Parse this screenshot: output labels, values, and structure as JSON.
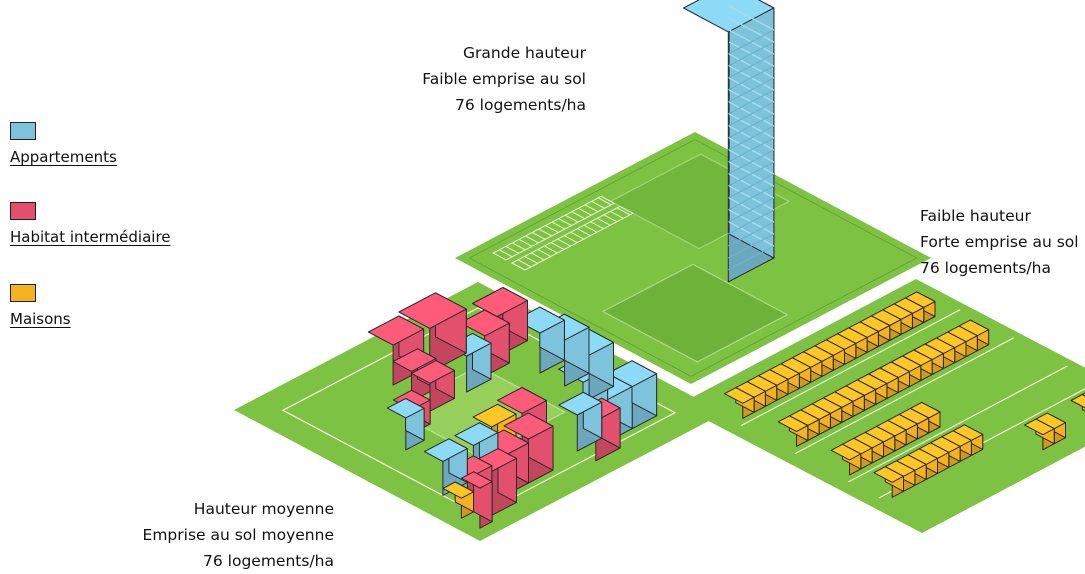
{
  "legend": [
    {
      "label": "Appartements",
      "color": "#7ec3dc"
    },
    {
      "label": "Habitat intermédiaire",
      "color": "#e3506d"
    },
    {
      "label": "Maisons",
      "color": "#f5b21f"
    }
  ],
  "captions": {
    "tower": [
      "Grande hauteur",
      "Faible emprise au sol",
      "76 logements/ha"
    ],
    "houses": [
      "Faible hauteur",
      "Forte emprise au sol",
      "76 logements/ha"
    ],
    "mixed": [
      "Hauteur moyenne",
      "Emprise au sol moyenne",
      "76 logements/ha"
    ]
  },
  "colors": {
    "grass": "#7dc242",
    "grass_light": "#a8d86a",
    "grass_dark": "#5fa030",
    "path": "#e9f4d6"
  }
}
